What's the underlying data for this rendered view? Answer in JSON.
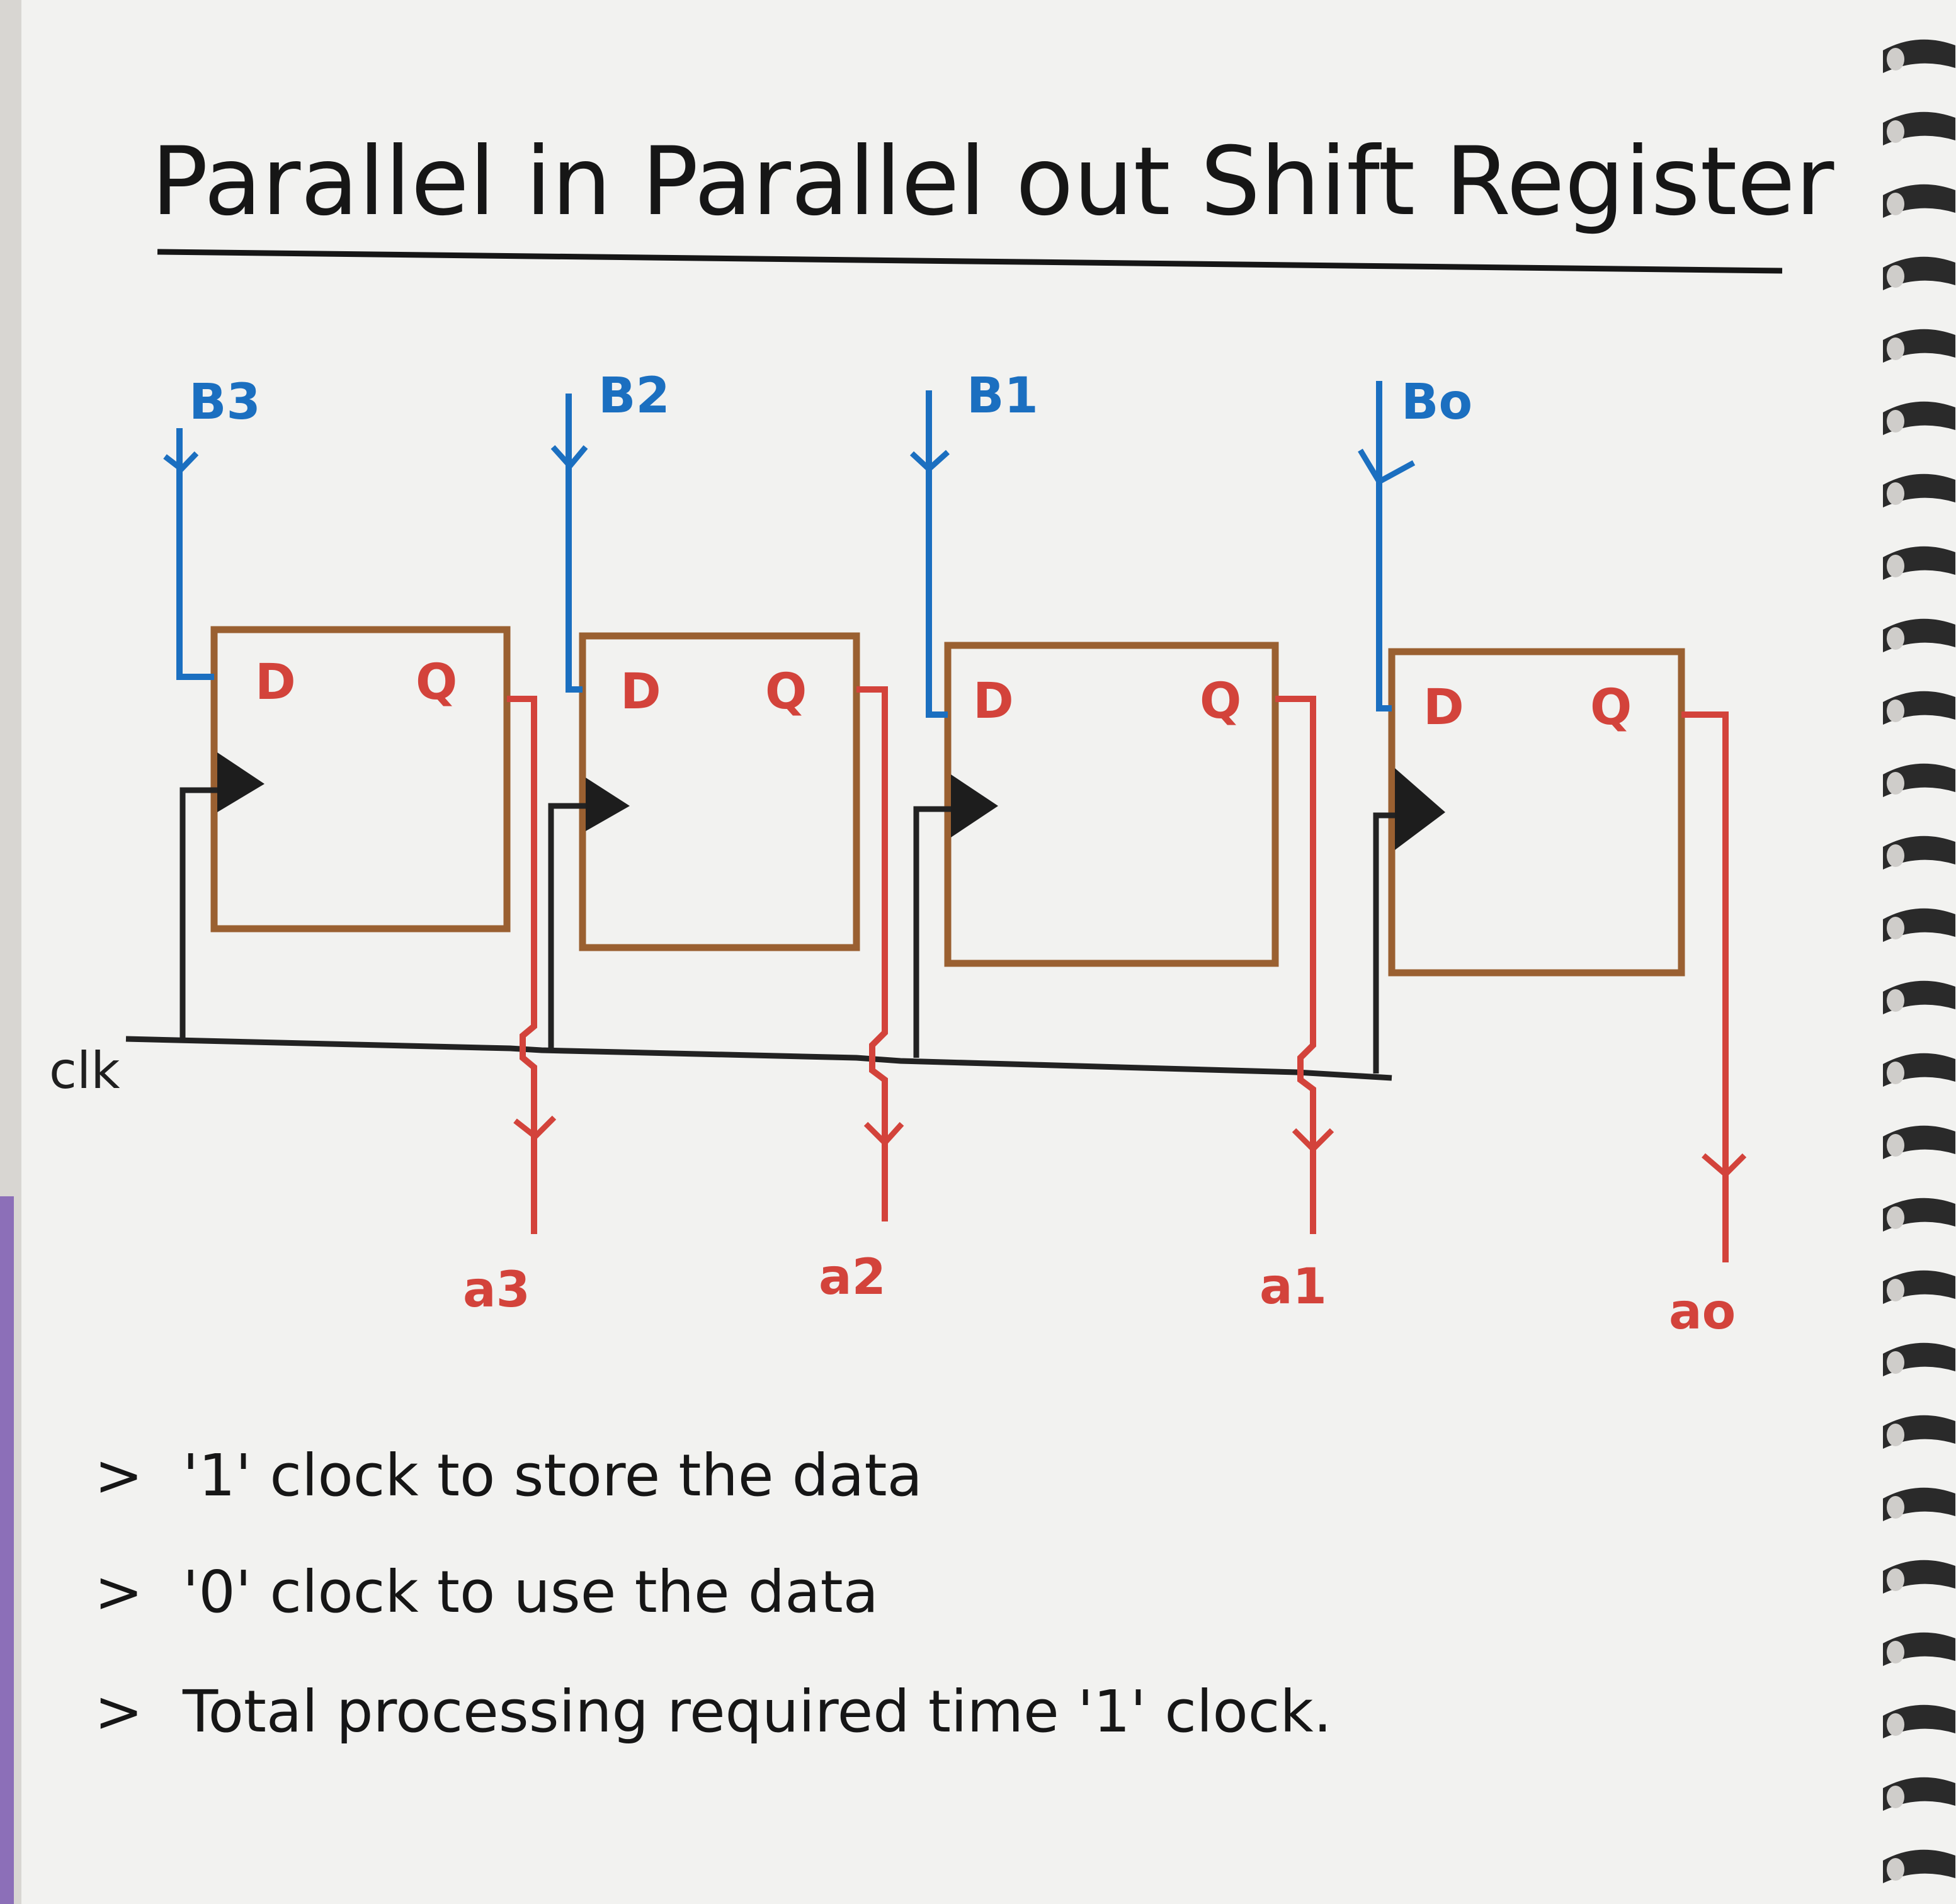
{
  "title": "Parallel in Parallel out Shift Register",
  "clock_label": "clk",
  "flip_flop_pin_d": "D",
  "flip_flop_pin_q": "Q",
  "stages": [
    {
      "input": "B3",
      "output": "a3"
    },
    {
      "input": "B2",
      "output": "a2"
    },
    {
      "input": "B1",
      "output": "a1"
    },
    {
      "input": "Bo",
      "output": "ao"
    }
  ],
  "notes": [
    "'1' clock to store the data",
    "'0' clock to use the data",
    "Total processing required time '1' clock."
  ],
  "note_marker": ">",
  "colors": {
    "input_wire": "#1b6fc0",
    "output_wire": "#d3433b",
    "flip_flop_box": "#9a6031",
    "clock_wire": "#222222",
    "ink": "#161616"
  }
}
